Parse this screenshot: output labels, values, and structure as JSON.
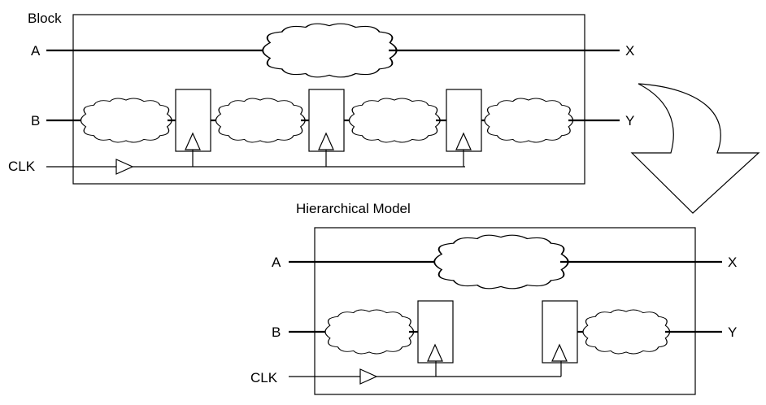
{
  "top_block": {
    "title": "Block",
    "inputs": [
      "A",
      "B",
      "CLK"
    ],
    "outputs": [
      "X",
      "Y"
    ]
  },
  "bottom_block": {
    "title": "Hierarchical Model",
    "inputs": [
      "A",
      "B",
      "CLK"
    ],
    "outputs": [
      "X",
      "Y"
    ]
  },
  "icons": {
    "transform_arrow": "curved-down-arrow-icon",
    "flip_flop": "flip-flop-icon",
    "logic_cloud": "combinational-logic-cloud-icon",
    "buffer": "clock-buffer-triangle-icon"
  }
}
